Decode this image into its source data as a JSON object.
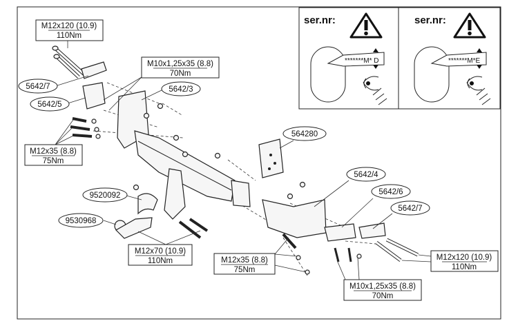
{
  "labels": {
    "bolt_top_left_spec": "M12x120 (10.9)",
    "bolt_top_left_torque": "110Nm",
    "bolt_m10_top_spec": "M10x1,25x35 (8.8)",
    "bolt_m10_top_torque": "70Nm",
    "part_5642_7_left": "5642/7",
    "part_5642_3": "5642/3",
    "part_5642_5": "5642/5",
    "bolt_m12x35_left_spec": "M12x35 (8.8)",
    "bolt_m12x35_left_torque": "75Nm",
    "part_564280": "564280",
    "part_9520092": "9520092",
    "part_9530968": "9530968",
    "part_5642_4": "5642/4",
    "part_5642_6": "5642/6",
    "part_5642_7_right": "5642/7",
    "bolt_m12x70_spec": "M12x70 (10.9)",
    "bolt_m12x70_torque": "110Nm",
    "bolt_m12x35_bottom_spec": "M12x35 (8.8)",
    "bolt_m12x35_bottom_torque": "75Nm",
    "bolt_m10_bottom_spec": "M10x1,25x35 (8.8)",
    "bolt_m10_bottom_torque": "70Nm",
    "bolt_right_spec": "M12x120 (10.9)",
    "bolt_right_torque": "110Nm"
  },
  "serial_panels": [
    {
      "title": "ser.nr:",
      "code": "*******M* D"
    },
    {
      "title": "ser.nr:",
      "code": "*******M*E"
    }
  ]
}
